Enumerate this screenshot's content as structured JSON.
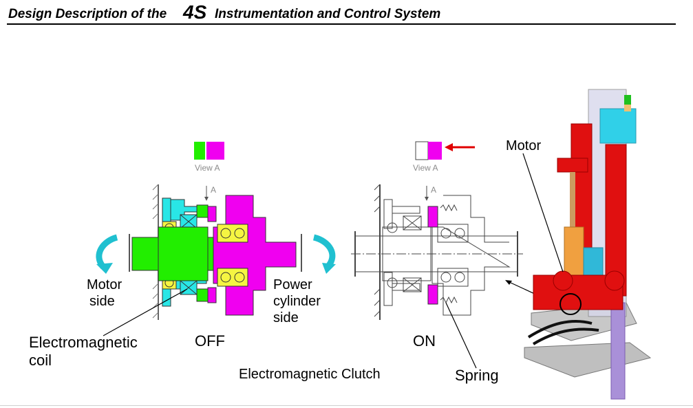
{
  "header": {
    "title_part1": "Design Description of the ",
    "title_part2": "4S",
    "title_part3": " Instrumentation and Control System"
  },
  "labels": {
    "motor": "Motor",
    "motor_side_1": "Motor",
    "motor_side_2": "side",
    "power_1": "Power",
    "power_2": "cylinder",
    "power_3": "side",
    "coil_1": "Electromagnetic",
    "coil_2": "coil",
    "off": "OFF",
    "on": "ON",
    "clutch": "Electromagnetic Clutch",
    "spring": "Spring",
    "view_a": "View A",
    "a": "A"
  },
  "colors": {
    "cyan": "#29e6e6",
    "green": "#22ee00",
    "magenta": "#f000f0",
    "yellow": "#f5f542",
    "red_arrow": "#e00000",
    "teal_arrow": "#20c0d0",
    "machine_red": "#e01010",
    "orange": "#f0a040",
    "gray": "#c0c0c0"
  }
}
